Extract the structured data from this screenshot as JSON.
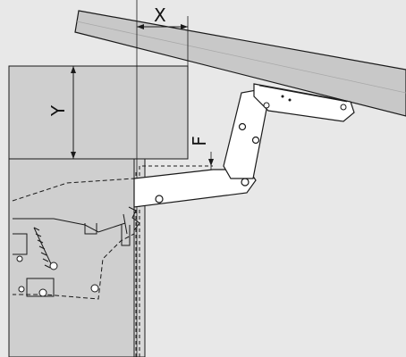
{
  "diagram": {
    "labels": {
      "x": "X",
      "y": "Y",
      "f": "F"
    },
    "colors": {
      "background": "#e8e8e8",
      "cabinet_gray": "#cfcfcf",
      "lid_gray": "#c8c8c8",
      "line": "#1a1a1a",
      "white": "#ffffff"
    }
  }
}
